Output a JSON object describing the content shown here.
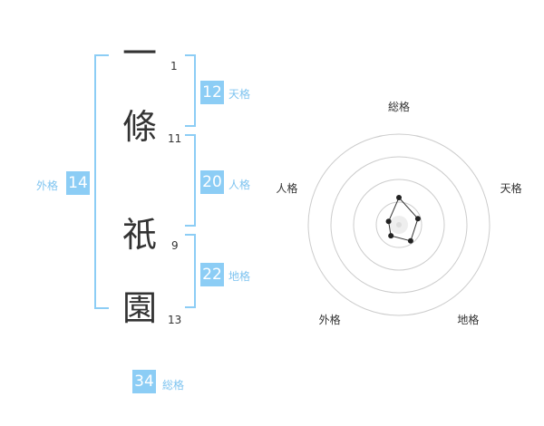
{
  "name_chars": [
    {
      "char": "一",
      "strokes": "1"
    },
    {
      "char": "條",
      "strokes": "11"
    },
    {
      "char": "祇",
      "strokes": "9"
    },
    {
      "char": "園",
      "strokes": "13"
    }
  ],
  "kaku": {
    "tenkaku": {
      "value": "12",
      "label": "天格"
    },
    "jinkaku": {
      "value": "20",
      "label": "人格"
    },
    "chikaku": {
      "value": "22",
      "label": "地格"
    },
    "gaikaku": {
      "value": "14",
      "label": "外格"
    },
    "soukaku": {
      "value": "34",
      "label": "総格"
    }
  },
  "colors": {
    "accent": "#8ccdf5",
    "label": "#7fc4f0",
    "text": "#333333"
  },
  "chart_data": {
    "type": "radar",
    "axes": [
      "総格",
      "天格",
      "地格",
      "外格",
      "人格"
    ],
    "values": [
      0.3,
      0.22,
      0.22,
      0.15,
      0.12
    ],
    "rings": 4,
    "range": [
      0,
      1
    ]
  }
}
